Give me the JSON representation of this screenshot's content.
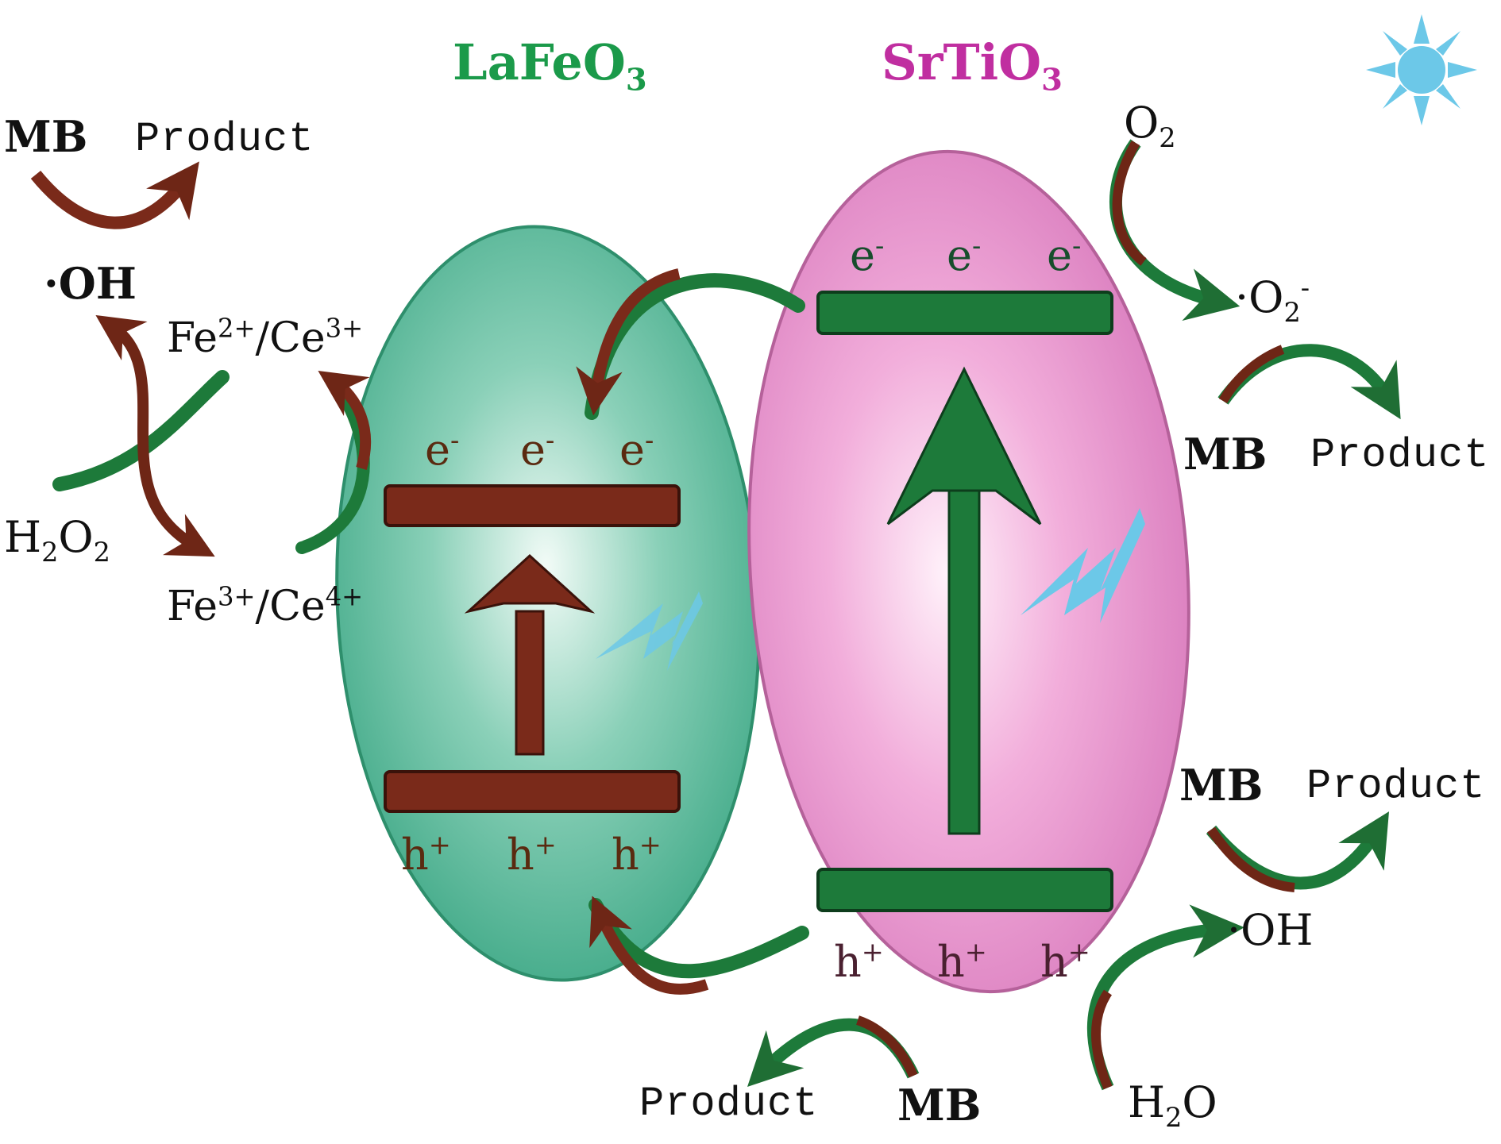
{
  "titles": {
    "left_base": "LaFeO",
    "left_sub": "3",
    "right_base": "SrTiO",
    "right_sub": "3"
  },
  "carriers": {
    "electron_base": "e",
    "electron_sup": "-",
    "hole_base": "h",
    "hole_sup": "+"
  },
  "labels": {
    "mb": "MB",
    "product": "Product",
    "hydroxyl": "·OH",
    "fe2_base": "Fe",
    "fe2_sup": "2+",
    "ce3_base": "/Ce",
    "ce3_sup": "3+",
    "fe3_base": "Fe",
    "fe3_sup": "3+",
    "ce4_base": "/Ce",
    "ce4_sup": "4+",
    "h2o2_h": "H",
    "h2o2_s1": "2",
    "h2o2_o": "O",
    "h2o2_s2": "2",
    "o2_base": "O",
    "o2_sub": "2",
    "superoxide_base": "·O",
    "superoxide_sub": "2",
    "superoxide_sup": "-",
    "h2o_h": "H",
    "h2o_sub": "2",
    "h2o_o": "O"
  },
  "colors": {
    "green_body": "#4fb596",
    "pink_body": "#e68cc8",
    "band_brown": "#7a2a1a",
    "band_green": "#1d7a3a",
    "title_green": "#1b9a4a",
    "title_pink": "#c02ea0",
    "sun": "#6cc8e8",
    "bolt": "#6cc8e8"
  },
  "icons": {
    "sun": "sun-icon",
    "bolt": "lightning-icon"
  }
}
